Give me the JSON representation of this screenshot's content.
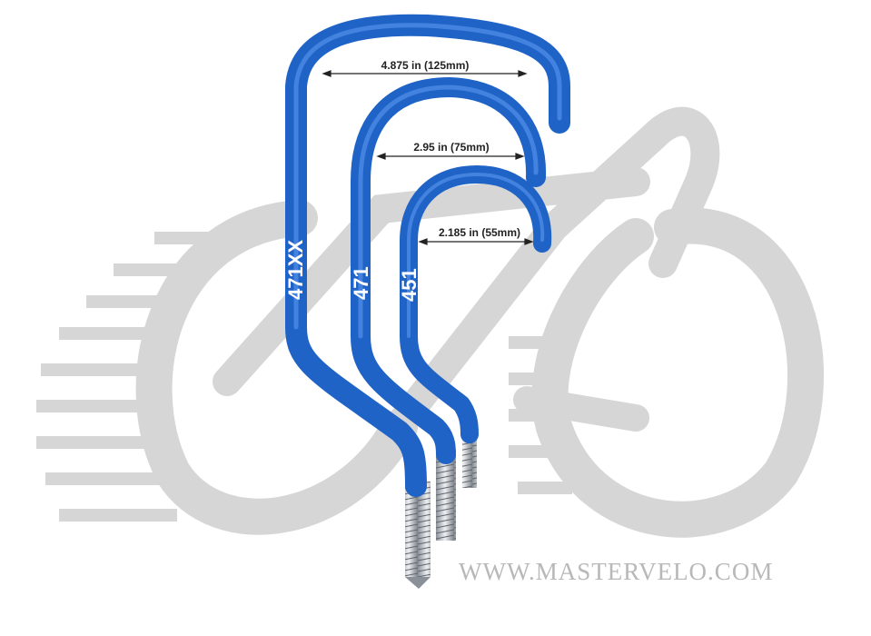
{
  "watermark": {
    "website": "WWW.MASTERVELO.COM"
  },
  "hooks": [
    {
      "model": "471XX",
      "dimension": "4.875 in (125mm)"
    },
    {
      "model": "471",
      "dimension": "2.95 in (75mm)"
    },
    {
      "model": "451",
      "dimension": "2.185 in (55mm)"
    }
  ],
  "colors": {
    "hook": "#1f63c6",
    "watermark": "#d4d4d4",
    "screw": "#b9bec4"
  }
}
